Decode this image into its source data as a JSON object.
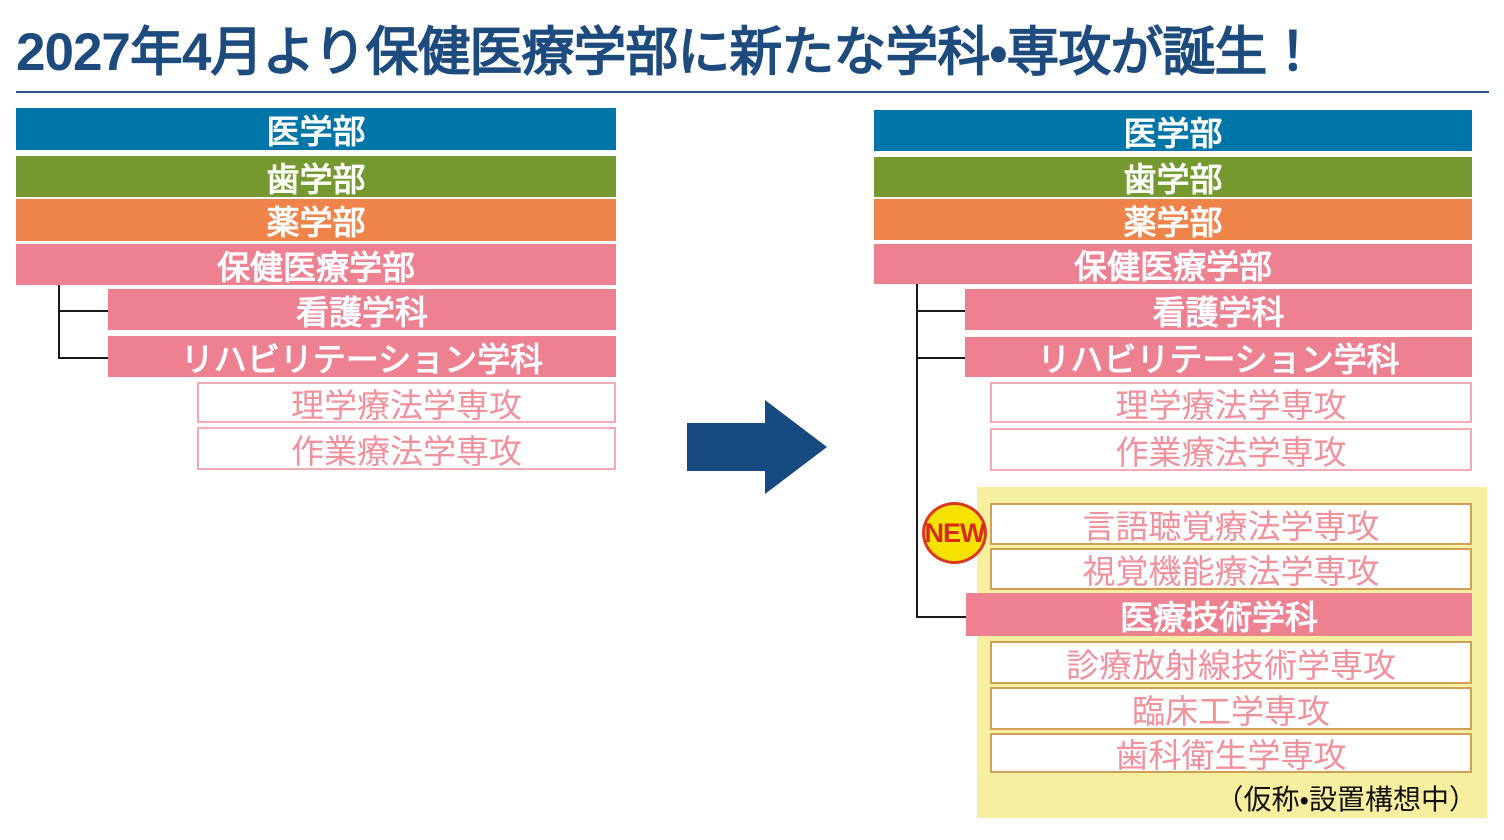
{
  "title": "2027年4月より保健医療学部に新たな学科・専攻が誕生！",
  "before": {
    "faculties": [
      {
        "label": "医学部"
      },
      {
        "label": "歯学部"
      },
      {
        "label": "薬学部"
      },
      {
        "label": "保健医療学部"
      }
    ],
    "departments": [
      {
        "label": "看護学科"
      },
      {
        "label": "リハビリテーション学科"
      }
    ],
    "majors": [
      {
        "label": "理学療法学専攻"
      },
      {
        "label": "作業療法学専攻"
      }
    ]
  },
  "after": {
    "faculties": [
      {
        "label": "医学部"
      },
      {
        "label": "歯学部"
      },
      {
        "label": "薬学部"
      },
      {
        "label": "保健医療学部"
      }
    ],
    "departments": [
      {
        "label": "看護学科"
      },
      {
        "label": "リハビリテーション学科"
      }
    ],
    "majors": [
      {
        "label": "理学療法学専攻"
      },
      {
        "label": "作業療法学専攻"
      }
    ],
    "new_group": {
      "badge": "NEW",
      "rehab_new_majors": [
        {
          "label": "言語聴覚療法学専攻"
        },
        {
          "label": "視覚機能療法学専攻"
        }
      ],
      "new_department": {
        "label": "医療技術学科"
      },
      "new_department_majors": [
        {
          "label": "診療放射線技術学専攻"
        },
        {
          "label": "臨床工学専攻"
        },
        {
          "label": "歯科衛生学専攻"
        }
      ],
      "note": "（仮称・設置構想中）"
    }
  },
  "colors": {
    "medicine_blue": "#0076a8",
    "dentistry_green": "#75992f",
    "pharmacy_orange": "#ee8449",
    "health_pink": "#ee8191",
    "title_navy": "#1d4b7d",
    "arrow_navy": "#164a80",
    "highlight_yellow": "#f5ef9f",
    "badge_yellow": "#f6e200",
    "badge_red": "#d93921"
  }
}
